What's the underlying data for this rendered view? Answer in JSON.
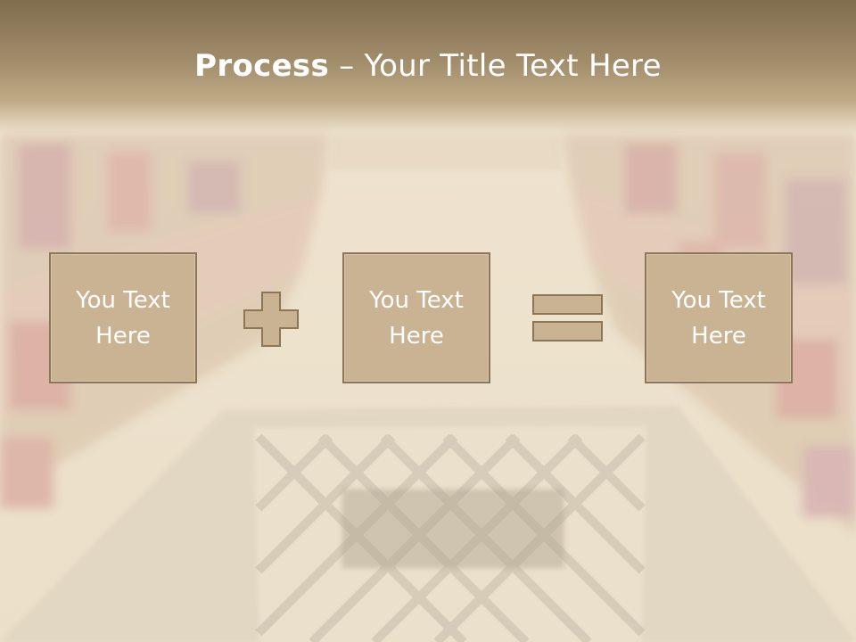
{
  "slide": {
    "title_bold": "Process",
    "title_rest": " – Your Title Text Here"
  },
  "boxes": [
    {
      "label": "You Text Here"
    },
    {
      "label": "You Text Here"
    },
    {
      "label": "You Text Here"
    }
  ],
  "operators": [
    "plus-icon",
    "equals-icon"
  ],
  "colors": {
    "title_bar": "#8f7b5b",
    "box_fill": "#c9b393",
    "box_border": "#8d7656",
    "operator_fill": "#c9b393"
  }
}
